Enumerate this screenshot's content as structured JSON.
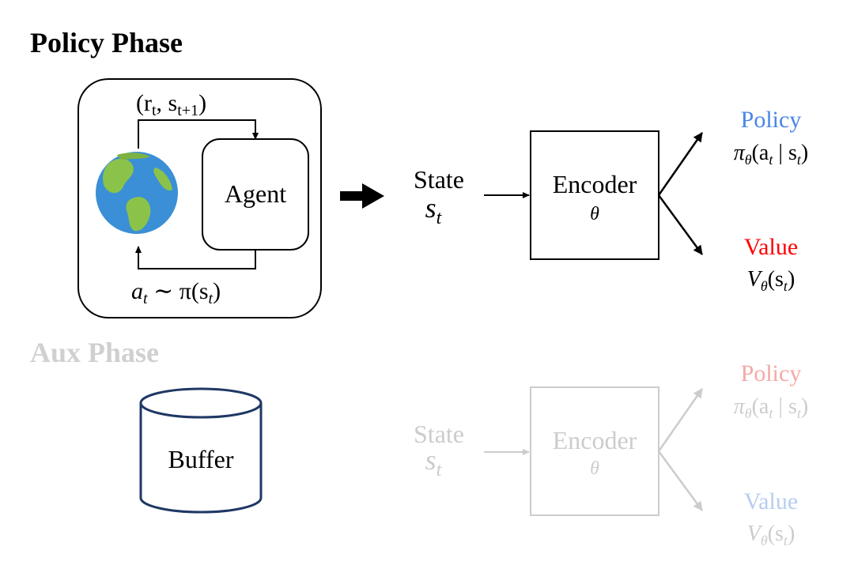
{
  "policy_phase": {
    "title": "Policy Phase",
    "loop": {
      "reward_label": "(r",
      "reward_label_sub": "t",
      "reward_label_mid": ", s",
      "reward_label_sub2": "t+1",
      "reward_label_end": ")",
      "agent_label": "Agent",
      "action_label_a": "a",
      "action_label_sub": "t",
      "action_label_rest": " ∼ π(s",
      "action_label_sub2": "t",
      "action_label_end": ")"
    },
    "state_label": "State",
    "state_symbol": "s",
    "state_symbol_sub": "t",
    "encoder_label": "Encoder",
    "encoder_param": "θ",
    "policy_label": "Policy",
    "policy_expr": "π",
    "policy_expr_sub": "θ",
    "policy_expr_rest": "(a",
    "policy_expr_sub2": "t",
    "policy_expr_rest2": " | s",
    "policy_expr_sub3": "t",
    "policy_expr_end": ")",
    "value_label": "Value",
    "value_expr": "V",
    "value_expr_sub": "θ",
    "value_expr_rest": "(s",
    "value_expr_sub2": "t",
    "value_expr_end": ")"
  },
  "aux_phase": {
    "title": "Aux Phase",
    "buffer_label": "Buffer",
    "state_label": "State",
    "state_symbol": "s",
    "state_symbol_sub": "t",
    "encoder_label": "Encoder",
    "encoder_param": "θ",
    "policy_label": "Policy",
    "policy_expr": "π",
    "policy_expr_sub": "θ",
    "policy_expr_rest": "(a",
    "policy_expr_sub2": "t",
    "policy_expr_rest2": " | s",
    "policy_expr_sub3": "t",
    "policy_expr_end": ")",
    "value_label": "Value",
    "value_expr": "V",
    "value_expr_sub": "θ",
    "value_expr_rest": "(s",
    "value_expr_sub2": "t",
    "value_expr_end": ")"
  },
  "icons": {
    "earth": "globe-icon"
  },
  "colors": {
    "policy": "#4a86e8",
    "value": "#ff0000",
    "aux_policy": "#f4a9a9",
    "aux_value": "#b7cdf2",
    "aux_gray": "#cccccc",
    "buffer_stroke": "#1f3864"
  }
}
